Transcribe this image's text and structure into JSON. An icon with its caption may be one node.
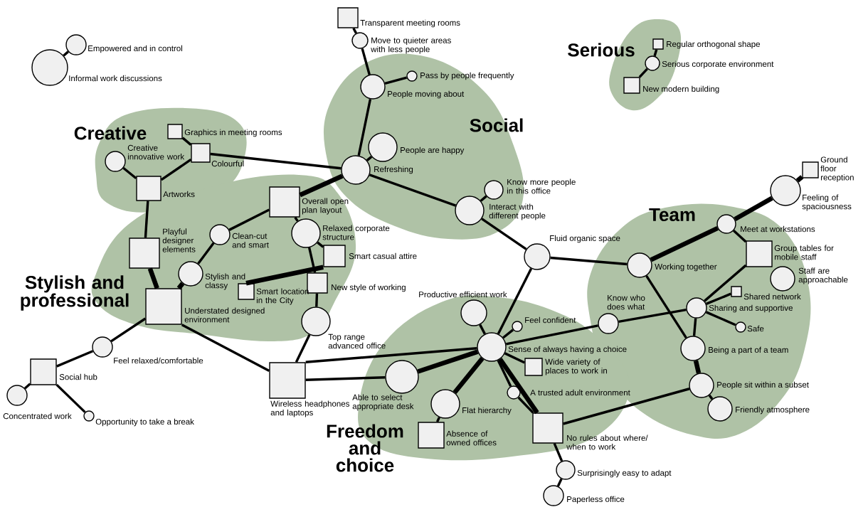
{
  "diagram": {
    "nodes": [
      {
        "text": [],
        "shape": "circle",
        "beside": [
          "Empowered and in control"
        ]
      },
      {
        "text": [],
        "shape": "circle",
        "beside": [
          "Informal work discussions"
        ]
      },
      {
        "text": [
          "Creative"
        ]
      },
      {
        "text": [],
        "shape": "box",
        "beside": [
          "Graphics in meeting rooms"
        ],
        "in": 2
      },
      {
        "text": [],
        "shape": "box",
        "beside": [
          "Colourful"
        ],
        "in": 2
      },
      {
        "text": [],
        "shape": "circle",
        "beside": [
          "Creative innovative work"
        ],
        "in": 2
      },
      {
        "text": [],
        "shape": "box",
        "beside": [
          "Artworks"
        ],
        "in": 2
      },
      {
        "text": [],
        "shape": "box",
        "beside": [
          "Transparent meeting rooms"
        ]
      },
      {
        "text": [],
        "shape": "circle",
        "beside": [
          "Move to quieter areas with less people"
        ]
      },
      {
        "text": [
          "Social"
        ]
      },
      {
        "text": [],
        "shape": "circle",
        "beside": [
          "Pass by people frequently"
        ],
        "in": 9
      },
      {
        "text": [],
        "shape": "circle",
        "beside": [
          "People moving about"
        ],
        "in": 9
      },
      {
        "text": [],
        "shape": "circle",
        "beside": [
          "People are happy"
        ],
        "in": 9
      },
      {
        "text": [],
        "shape": "circle",
        "beside": [
          "Refreshing"
        ],
        "in": 9
      },
      {
        "text": [],
        "shape": "circle",
        "beside": [
          "Know more people in this office"
        ],
        "in": 9
      },
      {
        "text": [],
        "shape": "circle",
        "beside": [
          "Interact with different people"
        ],
        "in": 9
      },
      {
        "text": [
          "Serious"
        ]
      },
      {
        "text": [],
        "shape": "box",
        "beside": [
          "Regular orthogonal shape"
        ],
        "in": 16
      },
      {
        "text": [],
        "shape": "circle",
        "beside": [
          "Serious corporate environment"
        ],
        "in": 16
      },
      {
        "text": [],
        "shape": "box",
        "beside": [
          "New modern building"
        ],
        "in": 16
      },
      {
        "text": [
          "Stylish and professional"
        ]
      },
      {
        "text": [],
        "shape": "box",
        "beside": [
          "Overall open plan layout"
        ],
        "in": 20
      },
      {
        "text": [],
        "shape": "circle",
        "beside": [
          "Relaxed corporate structure"
        ],
        "in": 20
      },
      {
        "text": [],
        "shape": "circle",
        "beside": [
          "Clean-cut and smart"
        ],
        "in": 20
      },
      {
        "text": [],
        "shape": "box",
        "beside": [
          "Playful designer elements"
        ],
        "in": 20
      },
      {
        "text": [],
        "shape": "box",
        "beside": [
          "Smart casual attire"
        ],
        "in": 20
      },
      {
        "text": [],
        "shape": "box",
        "beside": [
          "New style of working"
        ],
        "in": 20
      },
      {
        "text": [],
        "shape": "circle",
        "beside": [
          "Stylish and classy"
        ],
        "in": 20
      },
      {
        "text": [],
        "shape": "box",
        "beside": [
          "Smart location in the City"
        ],
        "in": 20
      },
      {
        "text": [],
        "shape": "box",
        "beside": [
          "Understated designed environment"
        ],
        "in": 20
      },
      {
        "text": [],
        "shape": "circle",
        "beside": [
          "Top range advanced office"
        ],
        "in": 20
      },
      {
        "text": [],
        "shape": "box",
        "beside": [
          "Wireless headphones and laptops"
        ]
      },
      {
        "text": [],
        "shape": "circle",
        "beside": [
          "Feel relaxed/comfortable"
        ]
      },
      {
        "text": [],
        "shape": "box",
        "beside": [
          "Social hub"
        ]
      },
      {
        "text": [],
        "shape": "circle",
        "beside": [
          "Concentrated work"
        ]
      },
      {
        "text": [],
        "shape": "circle",
        "beside": [
          "Opportunity to take a break"
        ]
      },
      {
        "text": [],
        "shape": "circle",
        "beside": [
          "Fluid organic space"
        ]
      },
      {
        "text": [
          "Team"
        ]
      },
      {
        "text": [],
        "shape": "box",
        "beside": [
          "Ground floor reception"
        ]
      },
      {
        "text": [],
        "shape": "circle",
        "beside": [
          "Feeling of spaciousness"
        ]
      },
      {
        "text": [],
        "shape": "circle",
        "beside": [
          "Meet at workstations"
        ],
        "in": 37
      },
      {
        "text": [],
        "shape": "box",
        "beside": [
          "Group tables for mobile staff"
        ],
        "in": 37
      },
      {
        "text": [],
        "shape": "circle",
        "beside": [
          "Working together"
        ],
        "in": 37
      },
      {
        "text": [],
        "shape": "circle",
        "beside": [
          "Staff are approachable"
        ],
        "in": 37
      },
      {
        "text": [],
        "shape": "box",
        "beside": [
          "Shared network"
        ],
        "in": 37
      },
      {
        "text": [],
        "shape": "circle",
        "beside": [
          "Know who does what"
        ],
        "in": 37
      },
      {
        "text": [],
        "shape": "circle",
        "beside": [
          "Sharing and supportive"
        ],
        "in": 37
      },
      {
        "text": [],
        "shape": "circle",
        "beside": [
          "Safe"
        ],
        "in": 37
      },
      {
        "text": [],
        "shape": "circle",
        "beside": [
          "Being a part of a team"
        ],
        "in": 37
      },
      {
        "text": [],
        "shape": "circle",
        "beside": [
          "People sit within a subset"
        ],
        "in": 37
      },
      {
        "text": [],
        "shape": "circle",
        "beside": [
          "Friendly atmosphere"
        ],
        "in": 37
      },
      {
        "text": [
          "Freedom and choice"
        ]
      },
      {
        "text": [],
        "shape": "circle",
        "beside": [
          "Productive efficient work"
        ],
        "in": 51
      },
      {
        "text": [],
        "shape": "circle",
        "beside": [
          "Feel confident"
        ],
        "in": 51
      },
      {
        "text": [],
        "shape": "circle",
        "beside": [
          "Sense of always having a choice"
        ],
        "in": 51
      },
      {
        "text": [],
        "shape": "box",
        "beside": [
          "Wide variety of places to work in"
        ],
        "in": 51
      },
      {
        "text": [],
        "shape": "circle",
        "beside": [
          "Able to select appropriate desk"
        ],
        "in": 51
      },
      {
        "text": [],
        "shape": "circle",
        "beside": [
          "A trusted adult environment"
        ],
        "in": 51
      },
      {
        "text": [],
        "shape": "circle",
        "beside": [
          "Flat hierarchy"
        ],
        "in": 51
      },
      {
        "text": [],
        "shape": "box",
        "beside": [
          "Absence of owned offices"
        ],
        "in": 51
      },
      {
        "text": [],
        "shape": "box",
        "beside": [
          "No rules about where/ when to work"
        ],
        "in": 51
      },
      {
        "text": [],
        "shape": "circle",
        "beside": [
          "Surprisingly easy to adapt"
        ]
      },
      {
        "text": [],
        "shape": "circle",
        "beside": [
          "Paperless office"
        ]
      }
    ],
    "edges": [
      {
        "from": 1,
        "to": 0,
        "arrow": "none"
      },
      {
        "from": 3,
        "to": 4,
        "arrow": "none"
      },
      {
        "from": 4,
        "to": 6,
        "arrow": "none"
      },
      {
        "from": 5,
        "to": 6,
        "arrow": "none"
      },
      {
        "from": 4,
        "to": 13,
        "arrow": "none"
      },
      {
        "from": 6,
        "to": 24,
        "arrow": "none"
      },
      {
        "from": 24,
        "to": 29,
        "arrow": "none",
        "style": "thick"
      },
      {
        "from": 29,
        "to": 27,
        "arrow": "none",
        "style": "thick"
      },
      {
        "from": 27,
        "to": 23,
        "arrow": "none"
      },
      {
        "from": 23,
        "to": 21,
        "arrow": "none"
      },
      {
        "from": 21,
        "to": 13,
        "arrow": "none",
        "style": "thick"
      },
      {
        "from": 21,
        "to": 22,
        "arrow": "none"
      },
      {
        "from": 22,
        "to": 25,
        "arrow": "none"
      },
      {
        "from": 22,
        "to": 26,
        "arrow": "none"
      },
      {
        "from": 25,
        "to": 28,
        "arrow": "none",
        "style": "thick"
      },
      {
        "from": 26,
        "to": 30,
        "arrow": "none"
      },
      {
        "from": 30,
        "to": 31,
        "arrow": "none"
      },
      {
        "from": 29,
        "to": 31,
        "arrow": "none"
      },
      {
        "from": 29,
        "to": 32,
        "arrow": "none"
      },
      {
        "from": 32,
        "to": 33,
        "arrow": "none"
      },
      {
        "from": 33,
        "to": 34,
        "arrow": "none"
      },
      {
        "from": 33,
        "to": 35,
        "arrow": "none"
      },
      {
        "from": 7,
        "to": 8,
        "arrow": "none"
      },
      {
        "from": 8,
        "to": 11,
        "arrow": "none"
      },
      {
        "from": 11,
        "to": 10,
        "arrow": "none"
      },
      {
        "from": 11,
        "to": 13,
        "arrow": "none"
      },
      {
        "from": 13,
        "to": 12,
        "arrow": "none"
      },
      {
        "from": 13,
        "to": 15,
        "arrow": "none"
      },
      {
        "from": 15,
        "to": 14,
        "arrow": "none"
      },
      {
        "from": 15,
        "to": 36,
        "arrow": "none"
      },
      {
        "from": 36,
        "to": 54,
        "arrow": "none"
      },
      {
        "from": 36,
        "to": 42,
        "arrow": "none"
      },
      {
        "from": 31,
        "to": 54,
        "arrow": "none"
      },
      {
        "from": 31,
        "to": 56,
        "arrow": "none"
      },
      {
        "from": 56,
        "to": 54,
        "arrow": "none",
        "style": "thick"
      },
      {
        "from": 52,
        "to": 54,
        "arrow": "none"
      },
      {
        "from": 53,
        "to": 54,
        "arrow": "none"
      },
      {
        "from": 54,
        "to": 45,
        "arrow": "none"
      },
      {
        "from": 45,
        "to": 46,
        "arrow": "none"
      },
      {
        "from": 54,
        "to": 55,
        "arrow": "none"
      },
      {
        "from": 54,
        "to": 57,
        "arrow": "none"
      },
      {
        "from": 54,
        "to": 58,
        "arrow": "none",
        "style": "thick"
      },
      {
        "from": 58,
        "to": 59,
        "arrow": "none"
      },
      {
        "from": 54,
        "to": 60,
        "arrow": "none",
        "style": "thick"
      },
      {
        "from": 57,
        "to": 60,
        "arrow": "none"
      },
      {
        "from": 60,
        "to": 61,
        "arrow": "none"
      },
      {
        "from": 61,
        "to": 62,
        "arrow": "none"
      },
      {
        "from": 60,
        "to": 49,
        "arrow": "none"
      },
      {
        "from": 42,
        "to": 40,
        "arrow": "none",
        "style": "thick"
      },
      {
        "from": 40,
        "to": 39,
        "arrow": "none",
        "style": "thick"
      },
      {
        "from": 39,
        "to": 38,
        "arrow": "none",
        "style": "thick"
      },
      {
        "from": 40,
        "to": 41,
        "arrow": "none"
      },
      {
        "from": 41,
        "to": 46,
        "arrow": "none"
      },
      {
        "from": 46,
        "to": 44,
        "arrow": "none"
      },
      {
        "from": 46,
        "to": 47,
        "arrow": "none"
      },
      {
        "from": 46,
        "to": 48,
        "arrow": "none"
      },
      {
        "from": 42,
        "to": 48,
        "arrow": "none"
      },
      {
        "from": 48,
        "to": 49,
        "arrow": "none",
        "style": "thick"
      },
      {
        "from": 49,
        "to": 50,
        "arrow": "none"
      },
      {
        "from": 18,
        "to": 17,
        "arrow": "none"
      },
      {
        "from": 18,
        "to": 19,
        "arrow": "none"
      }
    ]
  }
}
